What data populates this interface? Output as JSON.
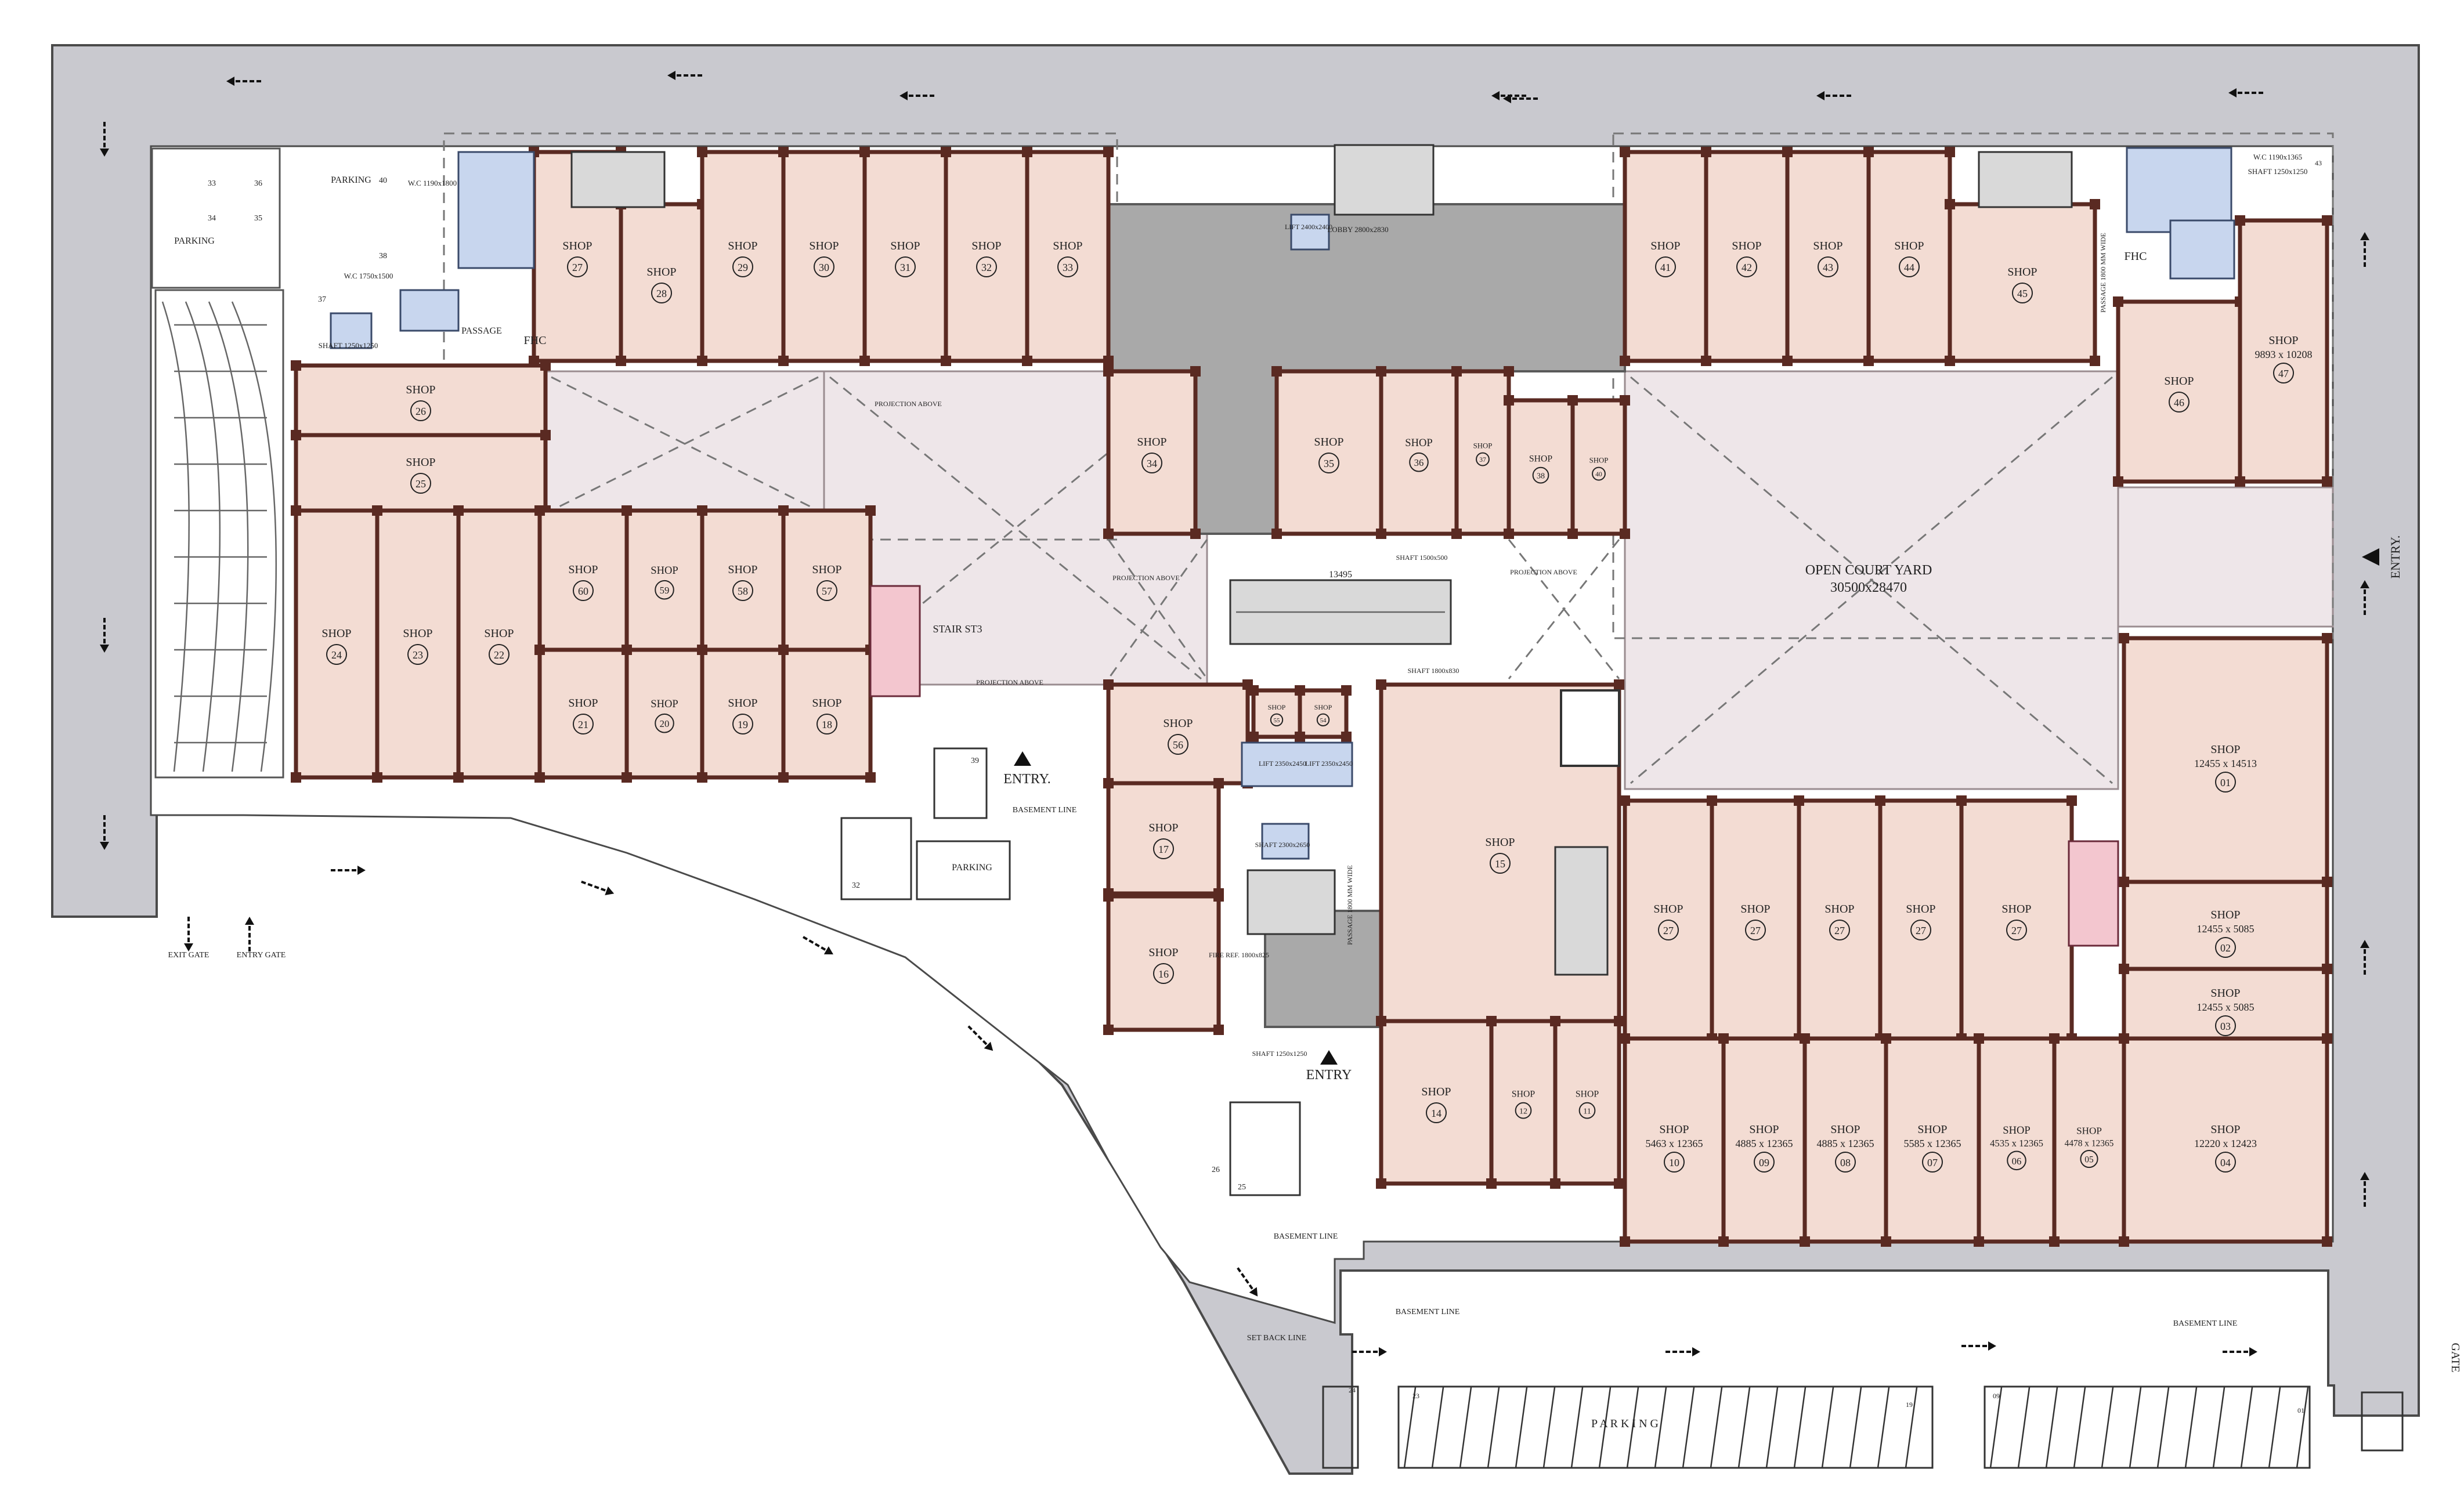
{
  "plan": {
    "court": {
      "title": "OPEN COURT YARD",
      "size": "30500x28470"
    },
    "entries": {
      "east": "ENTRY.",
      "south_center": "ENTRY",
      "left_center": "ENTRY.",
      "gate": "GATE"
    },
    "gate_labels": {
      "exit": "EXIT GATE",
      "entry": "ENTRY GATE"
    },
    "shop_word": "SHOP",
    "shops": [
      {
        "no": "27",
        "size": ""
      },
      {
        "no": "28",
        "size": ""
      },
      {
        "no": "29",
        "size": ""
      },
      {
        "no": "30",
        "size": ""
      },
      {
        "no": "31",
        "size": ""
      },
      {
        "no": "32",
        "size": ""
      },
      {
        "no": "33",
        "size": ""
      },
      {
        "no": "26",
        "size": ""
      },
      {
        "no": "25",
        "size": ""
      },
      {
        "no": "24",
        "size": ""
      },
      {
        "no": "23",
        "size": ""
      },
      {
        "no": "22",
        "size": ""
      },
      {
        "no": "60",
        "size": ""
      },
      {
        "no": "59",
        "size": ""
      },
      {
        "no": "58",
        "size": ""
      },
      {
        "no": "57",
        "size": ""
      },
      {
        "no": "21",
        "size": ""
      },
      {
        "no": "20",
        "size": ""
      },
      {
        "no": "19",
        "size": ""
      },
      {
        "no": "18",
        "size": ""
      },
      {
        "no": "34",
        "size": ""
      },
      {
        "no": "35",
        "size": ""
      },
      {
        "no": "36",
        "size": ""
      },
      {
        "no": "37",
        "size": ""
      },
      {
        "no": "38",
        "size": ""
      },
      {
        "no": "40",
        "size": ""
      },
      {
        "no": "41",
        "size": ""
      },
      {
        "no": "42",
        "size": ""
      },
      {
        "no": "43",
        "size": ""
      },
      {
        "no": "44",
        "size": ""
      },
      {
        "no": "45",
        "size": ""
      },
      {
        "no": "46",
        "size": ""
      },
      {
        "no": "47",
        "size": "9893 x 10208"
      },
      {
        "no": "56",
        "size": ""
      },
      {
        "no": "55",
        "size": ""
      },
      {
        "no": "54",
        "size": ""
      },
      {
        "no": "17",
        "size": ""
      },
      {
        "no": "16",
        "size": ""
      },
      {
        "no": "15",
        "size": ""
      },
      {
        "no": "14",
        "size": ""
      },
      {
        "no": "12",
        "size": ""
      },
      {
        "no": "11",
        "size": ""
      },
      {
        "no": "27",
        "size": ""
      },
      {
        "no": "27",
        "size": ""
      },
      {
        "no": "27",
        "size": ""
      },
      {
        "no": "27",
        "size": ""
      },
      {
        "no": "27",
        "size": ""
      },
      {
        "no": "01",
        "size": "12455 x 14513"
      },
      {
        "no": "02",
        "size": "12455 x 5085"
      },
      {
        "no": "03",
        "size": "12455 x 5085"
      },
      {
        "no": "10",
        "size": "5463 x 12365"
      },
      {
        "no": "09",
        "size": "4885 x 12365"
      },
      {
        "no": "08",
        "size": "4885 x 12365"
      },
      {
        "no": "07",
        "size": "5585 x 12365"
      },
      {
        "no": "06",
        "size": "4535 x 12365"
      },
      {
        "no": "05",
        "size": "4478 x 12365"
      },
      {
        "no": "04",
        "size": "12220 x 12423"
      }
    ],
    "labels": {
      "parking": "PARKING",
      "parking_bottom": "P A R K I N G",
      "passage": "PASSAGE",
      "fhc": "FHC",
      "wc_left": "W.C 1190x1800",
      "wc_left2": "W.C 1750x1500",
      "shaft_left": "SHAFT 1250x1250",
      "stair": "STAIR ST3",
      "lobby": "LOBBY 2800x2830",
      "lift": "LIFT 2400x2400",
      "projection": "PROJECTION ABOVE",
      "escalator_dim": "13495",
      "shaft_mid": "SHAFT 1500x500",
      "shaft_mid2": "SHAFT 1800x830",
      "lift_a": "LIFT 2350x2450",
      "lift_b": "LIFT 2350x2450",
      "shaft_c": "SHAFT 2300x2650",
      "passage_c": "PASSAGE 1800 MM WIDE",
      "fire": "FIRE REF. 1800x825",
      "shaft_s": "SHAFT 1250x1250",
      "basement_line": "BASEMENT LINE",
      "setback": "SET BACK LINE",
      "wc_right": "W.C 1190x1365",
      "shaft_right": "SHAFT 1250x1250",
      "passage_right": "PASSAGE 1800 MM WIDE"
    },
    "parking_numbers": {
      "p33": "33",
      "p34": "34",
      "p35": "35",
      "p36": "36",
      "p37": "37",
      "p38": "38",
      "p39": "39",
      "p32": "32",
      "p25": "25",
      "p26": "26",
      "p24": "24",
      "p23": "23",
      "p19": "19",
      "p09": "09",
      "p01": "01",
      "p43": "43",
      "p40": "40"
    }
  }
}
